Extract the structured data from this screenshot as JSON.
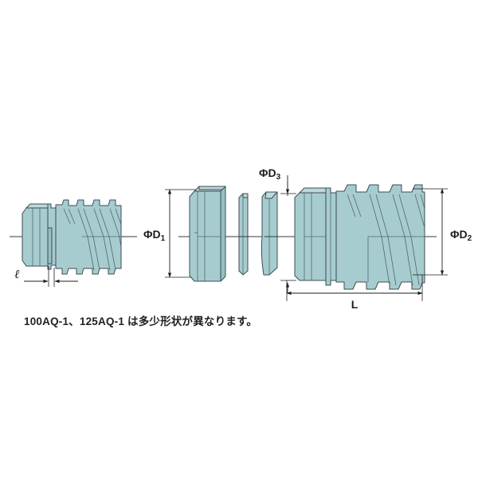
{
  "figure": {
    "title": "Threaded insert technical drawing",
    "background_color": "#ffffff",
    "part_fill_color": "#a6ccd0",
    "line_color": "#3c4c52",
    "dimension_color": "#1d1d1d"
  },
  "dimensions": {
    "ell": {
      "label": "ℓ",
      "name": "small-length-l"
    },
    "d1": {
      "base": "ΦD",
      "subscript": "1",
      "name": "diameter-d1"
    },
    "d2": {
      "base": "ΦD",
      "subscript": "2",
      "name": "diameter-d2"
    },
    "d3": {
      "base": "ΦD",
      "subscript": "3",
      "name": "diameter-d3"
    },
    "length": {
      "label": "L",
      "name": "overall-length-L"
    }
  },
  "views": [
    {
      "name": "left-assembly-view",
      "label": ""
    },
    {
      "name": "nut-body-view",
      "label": ""
    },
    {
      "name": "thin-washer-view",
      "label": ""
    },
    {
      "name": "curved-plate-view",
      "label": ""
    },
    {
      "name": "right-assembly-view",
      "label": ""
    }
  ],
  "caption": {
    "text": "100AQ-1、125AQ-1 は多少形状が異なります。"
  }
}
